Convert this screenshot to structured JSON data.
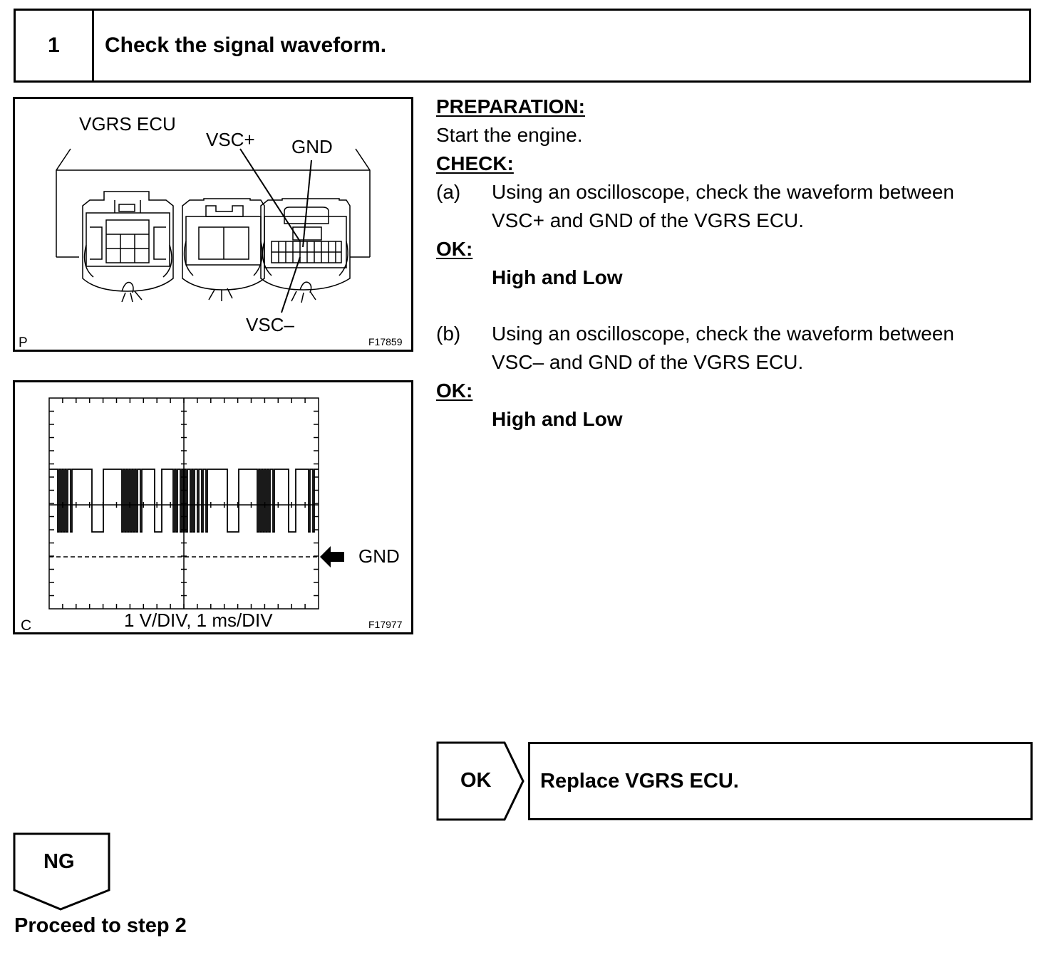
{
  "step": {
    "number": "1",
    "title": "Check the signal waveform."
  },
  "figure_connector": {
    "labels": {
      "ecu": "VGRS ECU",
      "vsc_plus": "VSC+",
      "gnd": "GND",
      "vsc_minus": "VSC–"
    },
    "corner_letter": "P",
    "figure_code": "F17859"
  },
  "figure_scope": {
    "gnd_label": "GND",
    "scale_label": "1 V/DIV, 1 ms/DIV",
    "corner_letter": "C",
    "figure_code": "F17977"
  },
  "instructions": {
    "preparation_heading": "PREPARATION:",
    "preparation_text": "Start the engine.",
    "check_heading": "CHECK:",
    "item_a_marker": "(a)",
    "item_a_line1": "Using an oscilloscope, check the waveform between",
    "item_a_line2": "VSC+ and GND of the VGRS ECU.",
    "ok_heading_a": "OK:",
    "ok_value_a": "High and Low",
    "item_b_marker": "(b)",
    "item_b_line1": "Using an oscilloscope, check the waveform between",
    "item_b_line2": "VSC– and GND of the VGRS ECU.",
    "ok_heading_b": "OK:",
    "ok_value_b": "High and Low"
  },
  "results": {
    "ok_label": "OK",
    "ok_action": "Replace VGRS ECU.",
    "ng_label": "NG",
    "ng_action": "Proceed to step 2"
  }
}
